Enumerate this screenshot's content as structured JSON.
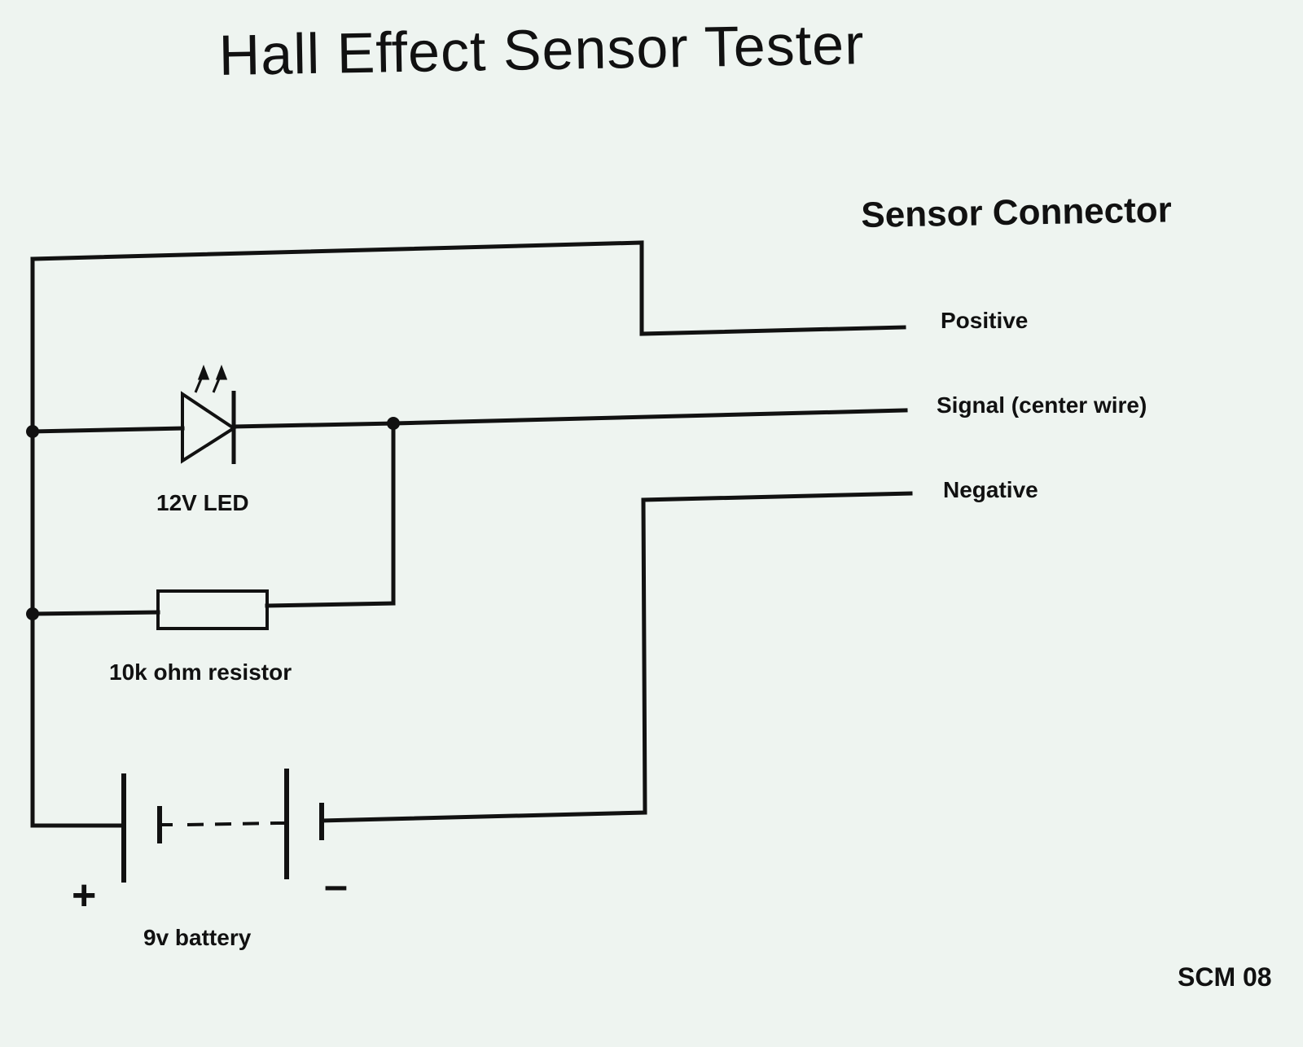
{
  "title": "Hall Effect Sensor Tester",
  "connector": {
    "title": "Sensor Connector",
    "positive": "Positive",
    "signal": "Signal (center wire)",
    "negative": "Negative"
  },
  "components": {
    "led": "12V LED",
    "resistor": "10k ohm resistor",
    "battery": "9v battery",
    "battery_plus": "+",
    "battery_minus": "–"
  },
  "footer": "SCM 08",
  "colors": {
    "ink": "#111111",
    "paper": "#eef4f0"
  }
}
